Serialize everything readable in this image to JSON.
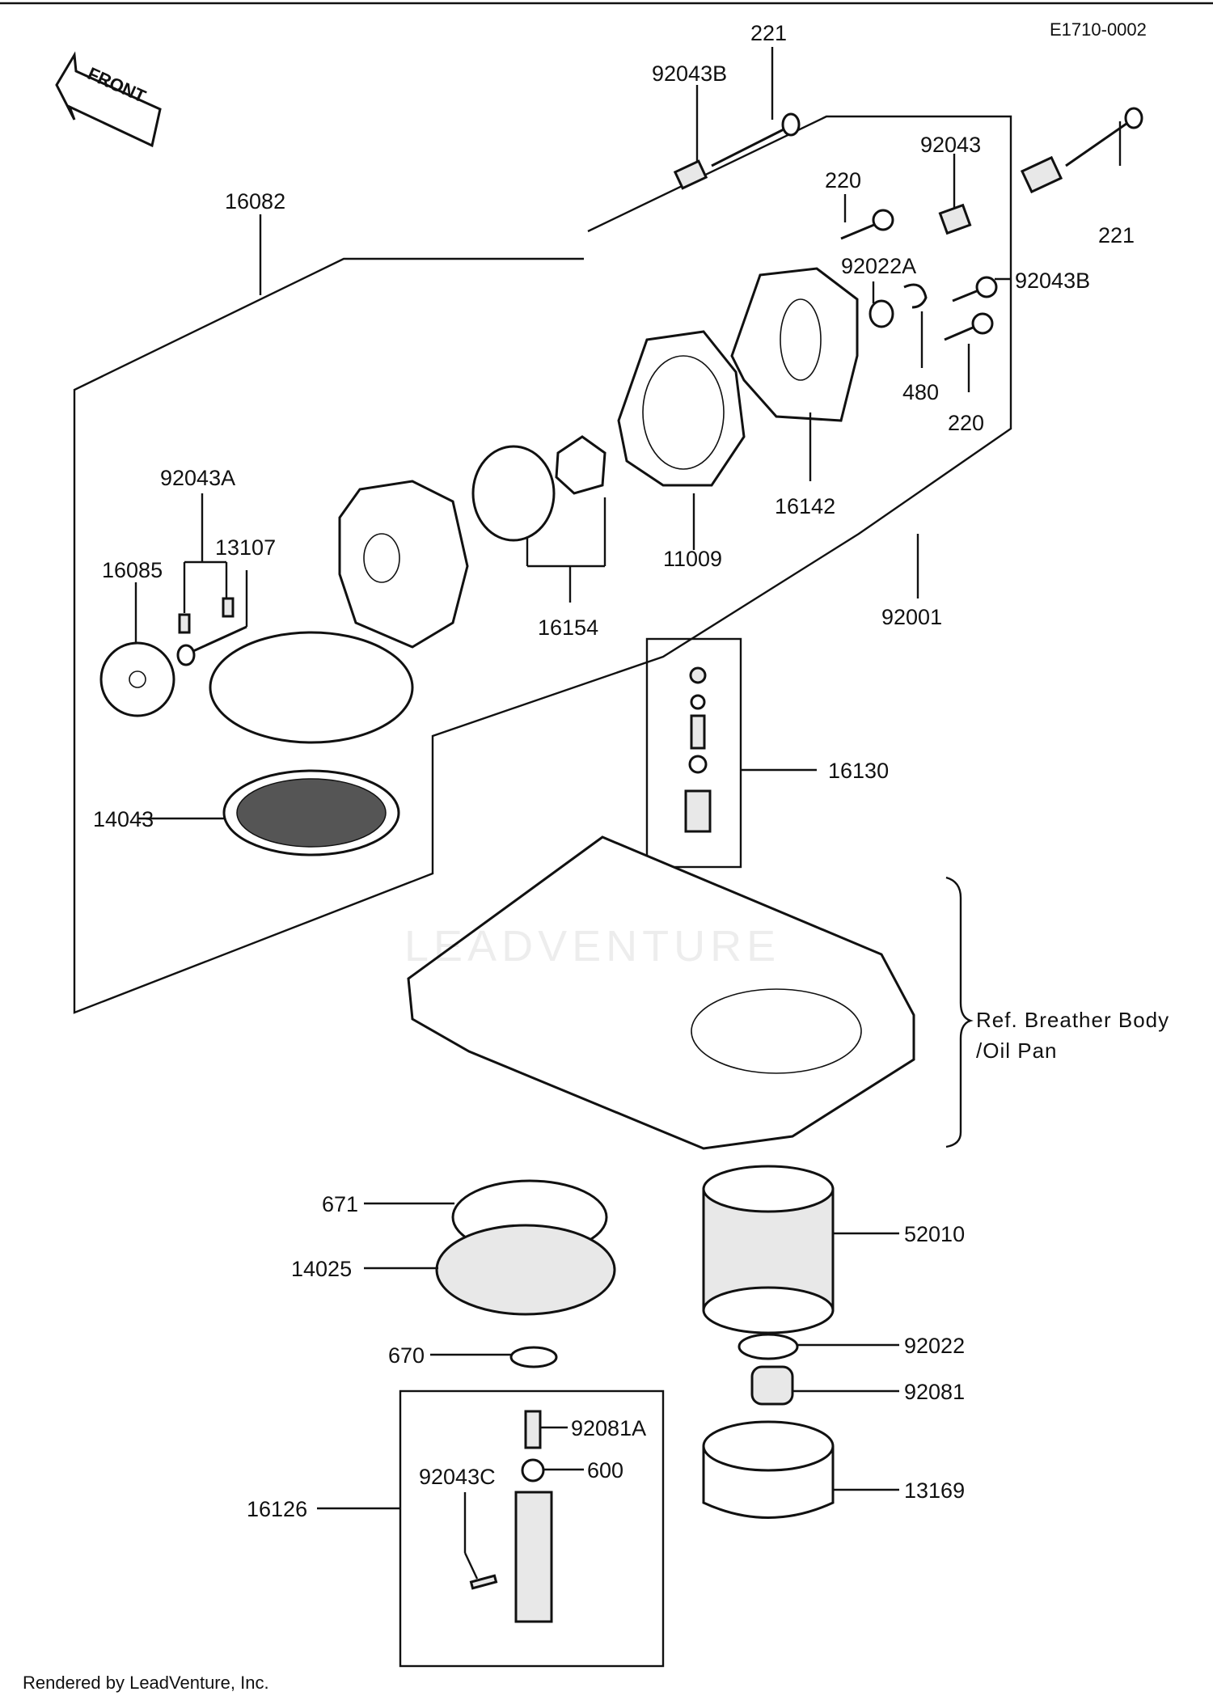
{
  "diagram_code": "E1710-0002",
  "front_label": "FRONT",
  "reference_note": {
    "line1": "Ref. Breather Body",
    "line2": "/Oil Pan"
  },
  "footer": "Rendered by LeadVenture, Inc.",
  "watermark": "LEADVENTURE",
  "callouts": {
    "p221_top": "221",
    "p92043B_top": "92043B",
    "p92043": "92043",
    "p220_top": "220",
    "p221_right": "221",
    "p16082": "16082",
    "p92022A": "92022A",
    "p92043B_right": "92043B",
    "p480": "480",
    "p220_right": "220",
    "p16142": "16142",
    "p92043A": "92043A",
    "p13107": "13107",
    "p16085": "16085",
    "p11009": "11009",
    "p16154": "16154",
    "p92001": "92001",
    "p16130": "16130",
    "p14043": "14043",
    "p671": "671",
    "p14025": "14025",
    "p52010": "52010",
    "p670": "670",
    "p92022": "92022",
    "p92081": "92081",
    "p92081A": "92081A",
    "p600": "600",
    "p92043C": "92043C",
    "p16126": "16126",
    "p13169": "13169"
  }
}
